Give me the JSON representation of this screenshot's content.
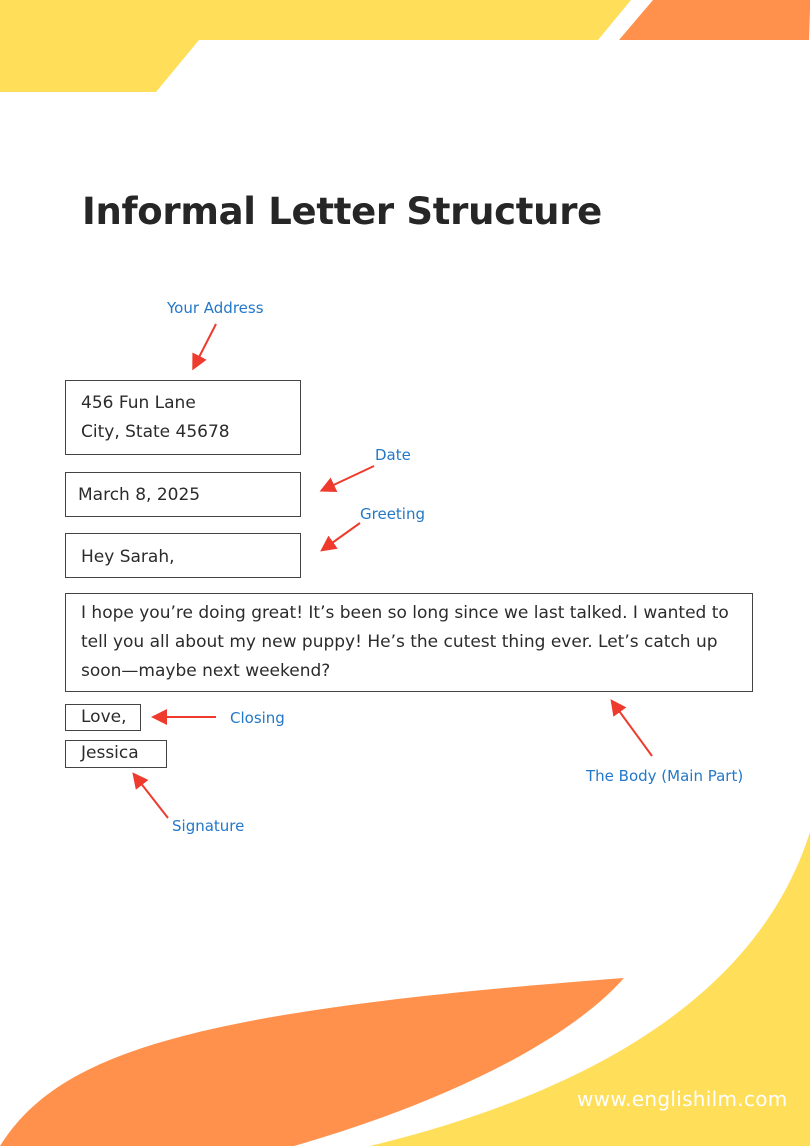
{
  "title": "Informal Letter Structure",
  "colors": {
    "yellow": "#FFDE59",
    "orange": "#FF914D",
    "label_blue": "#2378C8",
    "arrow_red": "#EE3B2E",
    "text_dark": "#262626"
  },
  "letter": {
    "address": {
      "line1": "456 Fun Lane",
      "line2": "City, State 45678"
    },
    "date": "March 8, 2025",
    "greeting": "Hey Sarah,",
    "body": "I hope you’re doing great! It’s been so long since we last talked. I wanted to tell you all about my new puppy! He’s the cutest thing ever. Let’s catch up soon—maybe next weekend?",
    "closing": "Love,",
    "signature": "Jessica"
  },
  "labels": {
    "address": "Your Address",
    "date": "Date",
    "greeting": "Greeting",
    "closing": "Closing",
    "body": "The Body (Main Part)",
    "signature": "Signature"
  },
  "footer": {
    "url": "www.englishilm.com"
  }
}
